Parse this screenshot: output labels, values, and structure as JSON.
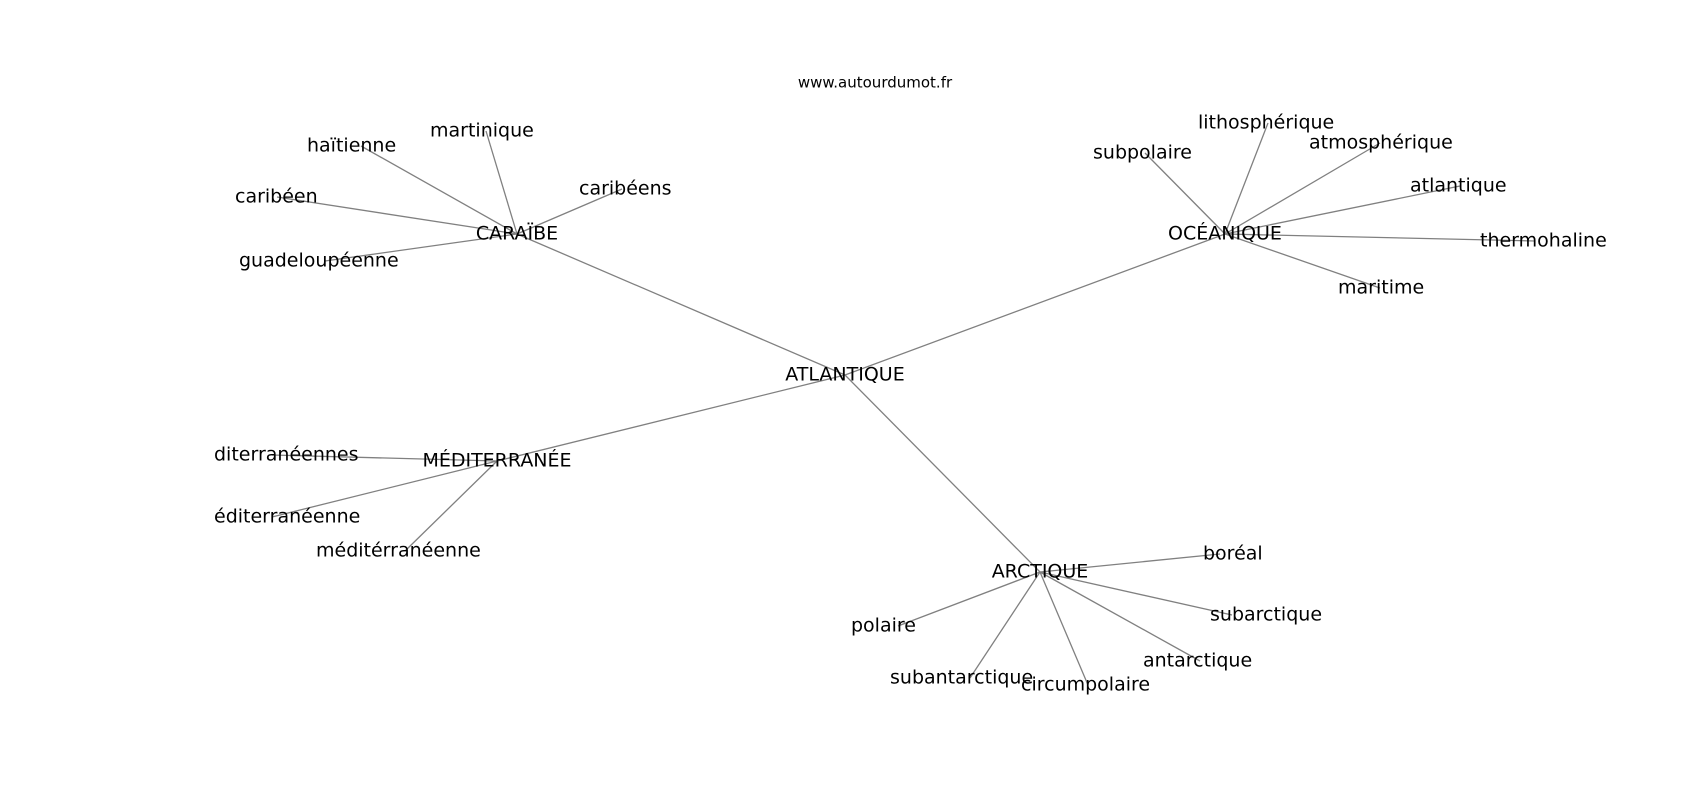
{
  "source": "www.autourdumot.fr",
  "center": {
    "id": "atlantique_center",
    "label": "ATLANTIQUE"
  },
  "hubs": [
    {
      "id": "caraibe",
      "label": "CARAÏBE",
      "leaves": [
        "martinique",
        "haïtienne",
        "caribéen",
        "guadeloupéenne",
        "caribéens"
      ]
    },
    {
      "id": "oceanique",
      "label": "OCÉANIQUE",
      "leaves": [
        "subpolaire",
        "lithosphérique",
        "atmosphérique",
        "atlantique",
        "thermohaline",
        "maritime"
      ]
    },
    {
      "id": "mediterranee",
      "label": "MÉDITERRANÉE",
      "leaves": [
        "diterranéennes",
        "éditerranéenne",
        "méditérranéenne"
      ]
    },
    {
      "id": "arctique",
      "label": "ARCTIQUE",
      "leaves": [
        "boréal",
        "subarctique",
        "antarctique",
        "circumpolaire",
        "subantarctique",
        "polaire"
      ]
    }
  ]
}
